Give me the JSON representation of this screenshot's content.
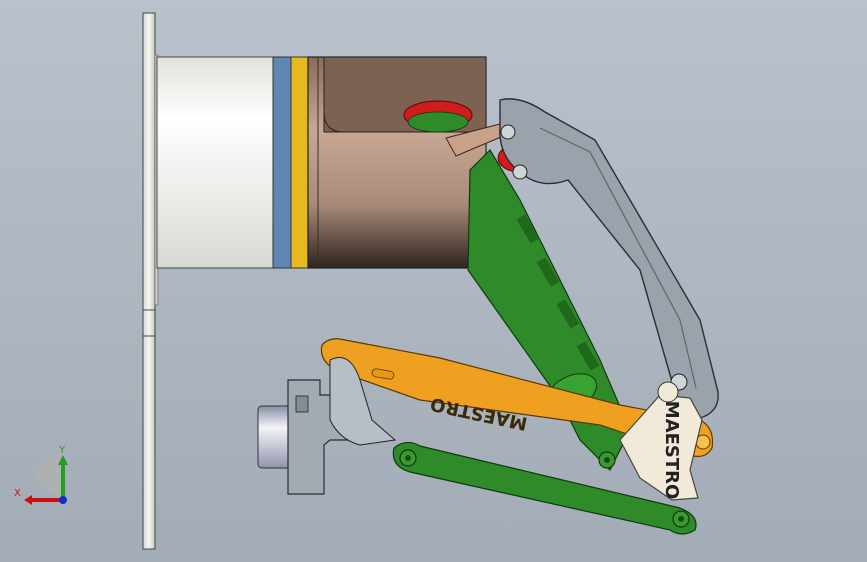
{
  "viewport": {
    "background_top": "#b9c2cc",
    "background_bottom": "#a3acb6"
  },
  "model": {
    "engraving_label": "MAESTRO",
    "part_colors": {
      "base_plate": "#eeeeea",
      "cylinder_body": "#f3f3ef",
      "ring_blue": "#5f87b5",
      "ring_yellow": "#e8b820",
      "housing": "#8b6c5a",
      "arm_green": "#2f8a2a",
      "arm_orange": "#f0a020",
      "link_gray": "#9aa2ab",
      "bracket_gray": "#a3aab2",
      "pulley_red": "#cf1c1c",
      "palm_cream": "#f1ead8"
    }
  },
  "triad": {
    "x_label": "X",
    "y_label": "Y",
    "x_color": "#cc1010",
    "y_color": "#20a020",
    "z_color": "#1030c0"
  }
}
